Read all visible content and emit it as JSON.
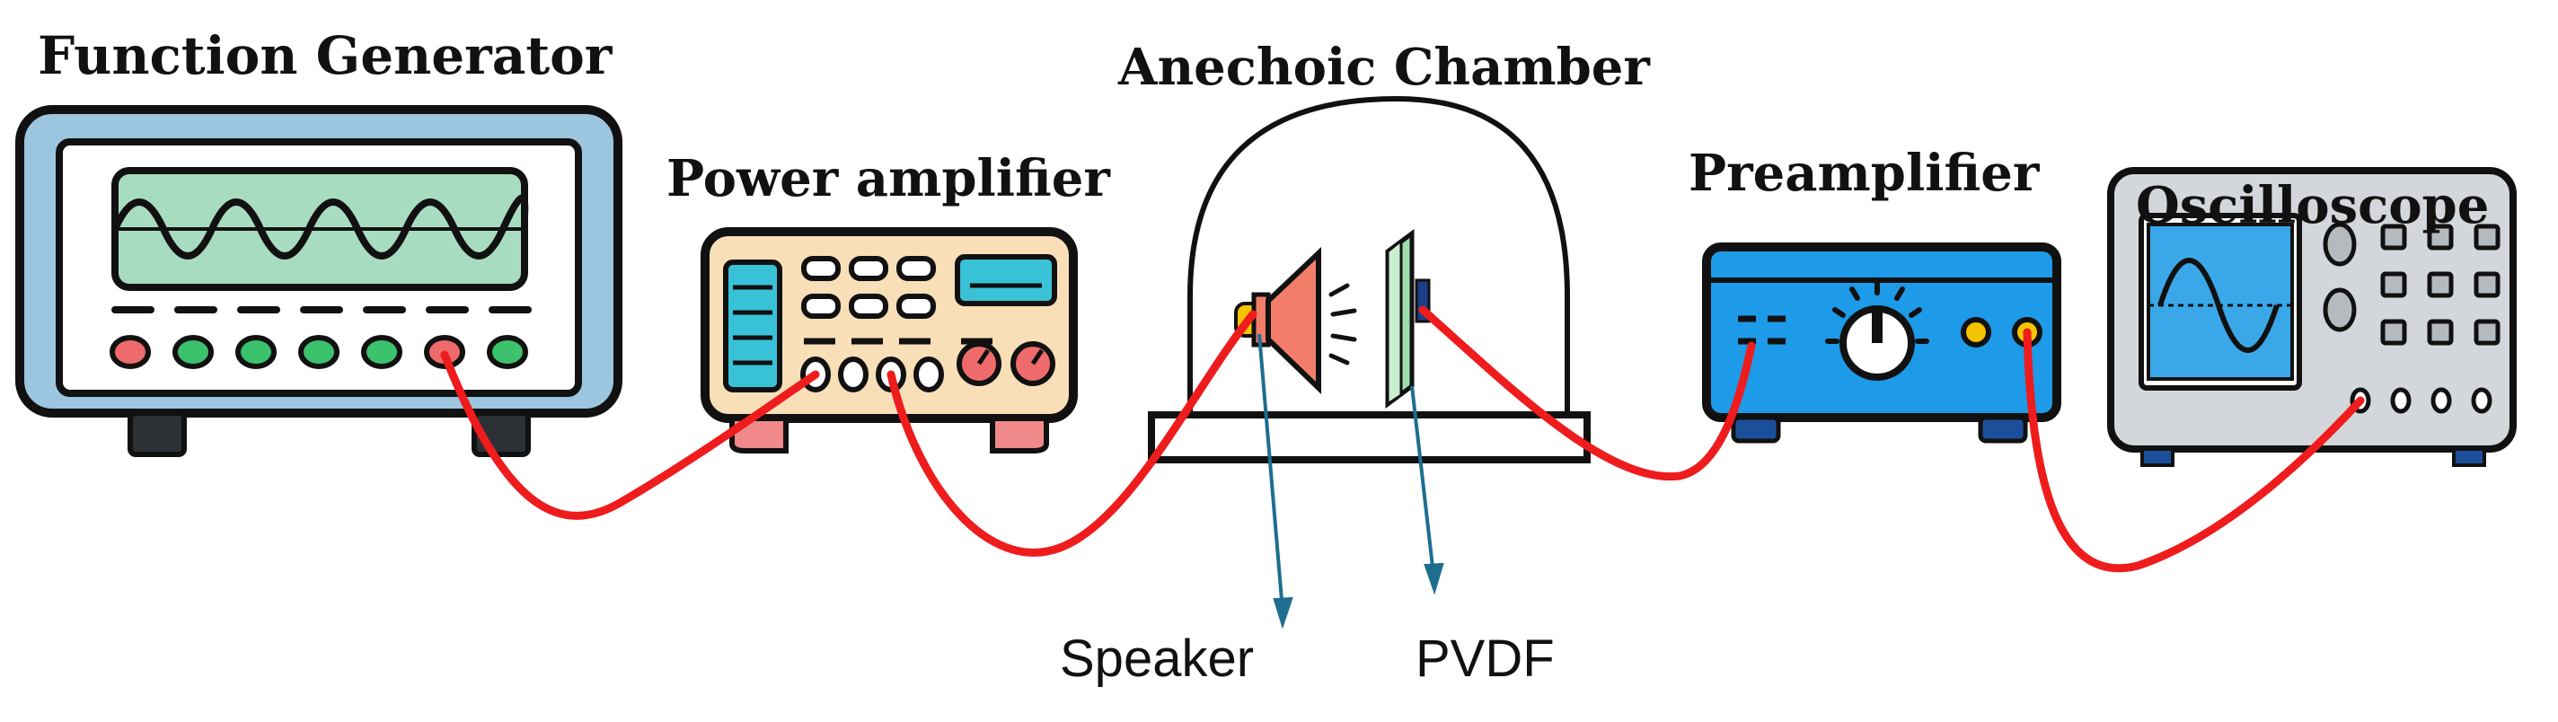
{
  "labels": {
    "function_generator": "Function Generator",
    "power_amplifier": "Power amplifier",
    "anechoic_chamber": "Anechoic Chamber",
    "preamplifier": "Preamplifier",
    "oscilloscope": "Oscilloscope",
    "speaker": "Speaker",
    "pvdf": "PVDF"
  },
  "colors": {
    "cable": "#ee1c1c",
    "pointer": "#1d6e8f",
    "outline": "#111111",
    "generator_body": "#9cc6df",
    "generator_screen": "#a8dcc0",
    "amplifier_body": "#f9dfb7",
    "amplifier_display": "#39c2d7",
    "amplifier_feet": "#f08a8a",
    "speaker_cone": "#f27e6a",
    "speaker_tip": "#f5c400",
    "pvdf_film": "#9fdcab",
    "preamp_body": "#1d9ae8",
    "oscilloscope_body": "#d3d7db",
    "oscilloscope_screen": "#3aa8e8",
    "knob_green": "#3cc16d",
    "knob_red": "#ef6b6b",
    "led_yellow": "#f5c400"
  }
}
